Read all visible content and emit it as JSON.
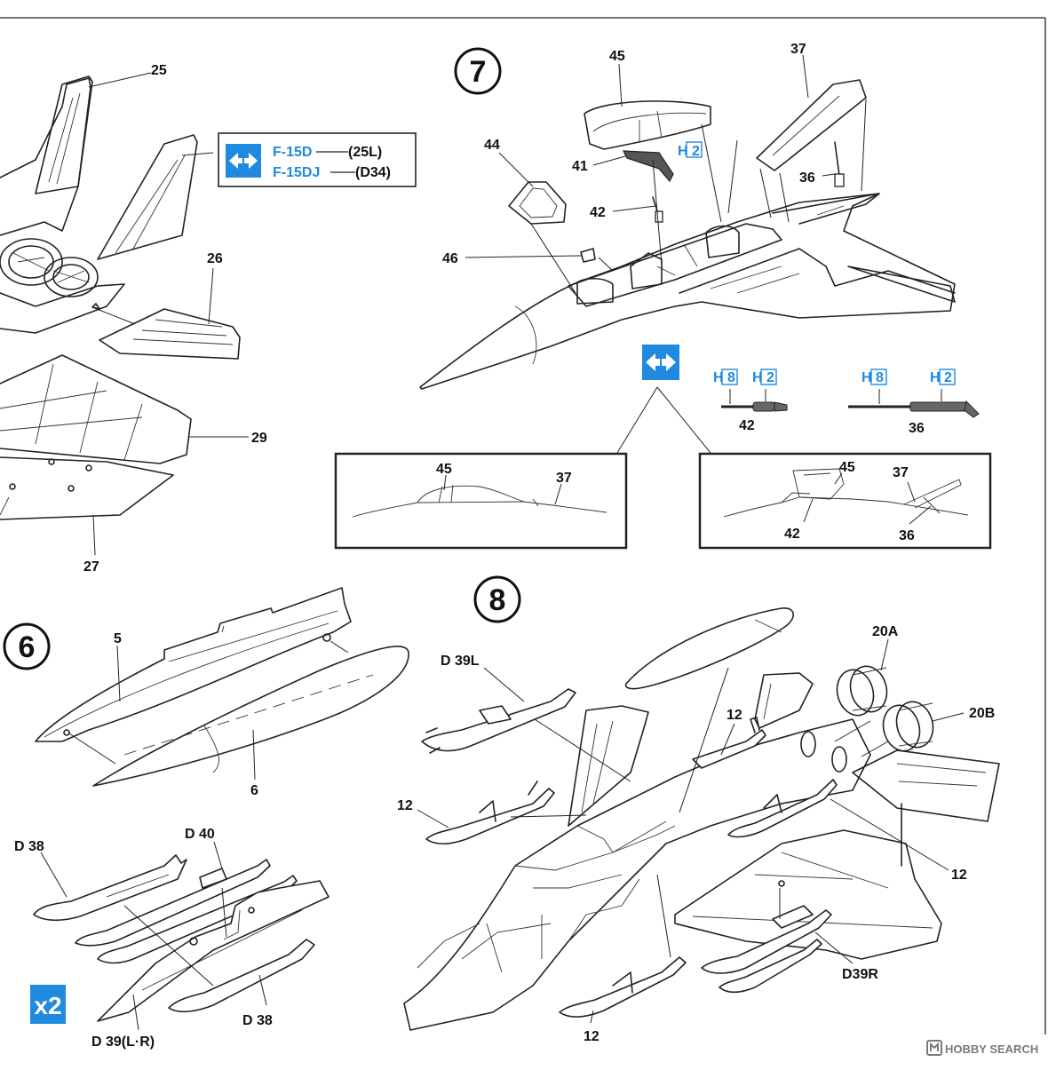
{
  "steps": {
    "step6": "6",
    "step7": "7",
    "step8": "8"
  },
  "parts": {
    "p25": "25",
    "p26": "26",
    "p27": "27",
    "p29": "29",
    "p5": "5",
    "p6": "6",
    "p44": "44",
    "p45": "45",
    "p41": "41",
    "p42": "42",
    "p46": "46",
    "p37": "37",
    "p36": "36",
    "d39l": "D 39L",
    "p12a": "12",
    "p12b": "12",
    "p12c": "12",
    "p20a": "20A",
    "p20b": "20B",
    "d39r": "D39R",
    "d38a": "D 38",
    "d38b": "D 38",
    "d40": "D 40",
    "d39lr": "D 39(L·R)"
  },
  "variant_box": {
    "row1_model": "F-15D",
    "row1_part": "(25L)",
    "row2_model": "F-15DJ",
    "row2_part": "(D34)"
  },
  "paint_codes": {
    "h2": "H 2",
    "h8": "H 8"
  },
  "detail_left": {
    "p45": "45",
    "p37": "37"
  },
  "detail_right": {
    "p45": "45",
    "p37": "37",
    "p42": "42",
    "p36": "36"
  },
  "rod_labels": {
    "r42": "42",
    "r36": "36"
  },
  "multiplier": "x2",
  "watermark": "HOBBY SEARCH",
  "colors": {
    "accent_blue": "#1f8ae0",
    "line": "#222222"
  },
  "icons": [
    "alternate-option-arrows-icon",
    "hobbysearch-logo-icon"
  ]
}
